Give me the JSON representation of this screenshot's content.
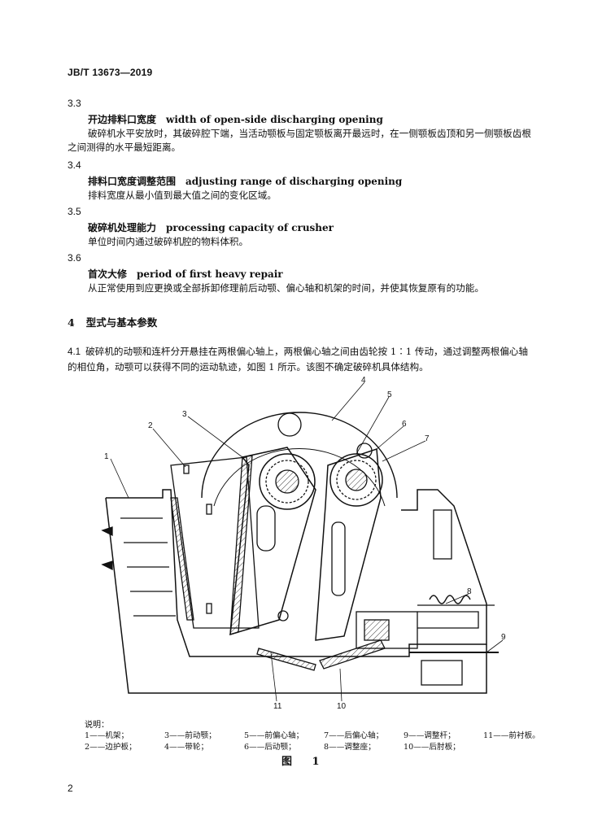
{
  "header": "JB/T 13673—2019",
  "sections": [
    {
      "num": "3.3",
      "term_cn": "开边排料口宽度",
      "term_en": "width of open-side discharging opening",
      "definition": "破碎机水平安放时，其破碎腔下端，当活动颚板与固定颚板离开最远时，在一侧颚板齿顶和另一侧颚板齿根之间测得的水平最短距离。"
    },
    {
      "num": "3.4",
      "term_cn": "排料口宽度调整范围",
      "term_en": "adjusting range of discharging opening",
      "definition": "排料宽度从最小值到最大值之间的变化区域。"
    },
    {
      "num": "3.5",
      "term_cn": "破碎机处理能力",
      "term_en": "processing capacity of crusher",
      "definition": "单位时间内通过破碎机腔的物料体积。"
    },
    {
      "num": "3.6",
      "term_cn": "首次大修",
      "term_en": "period of first heavy repair",
      "definition": "从正常使用到应更换或全部拆卸修理前后动颚、偏心轴和机架的时间，并使其恢复原有的功能。"
    }
  ],
  "chapter": {
    "num": "4",
    "title": "型式与基本参数"
  },
  "paragraph": {
    "num": "4.1",
    "text": "破碎机的动颚和连杆分开悬挂在两根偏心轴上，两根偏心轴之间由齿轮按 1∶1 传动，通过调整两根偏心轴的相位角，动颚可以获得不同的运动轨迹，如图 1 所示。该图不确定破碎机具体结构。"
  },
  "figure": {
    "callouts": [
      "1",
      "2",
      "3",
      "4",
      "5",
      "6",
      "7",
      "8",
      "9",
      "10",
      "11"
    ],
    "legend_title": "说明：",
    "legend_row1": [
      "1——机架；",
      "3——前动颚；",
      "5——前偏心轴；",
      "7——后偏心轴；",
      "9——调整杆；",
      "11——前衬板。"
    ],
    "legend_row2": [
      "2——边护板；",
      "4——带轮；",
      "6——后动颚；",
      "8——调整座；",
      "10——后肘板；"
    ],
    "caption": "图 1"
  },
  "page_number": "2"
}
